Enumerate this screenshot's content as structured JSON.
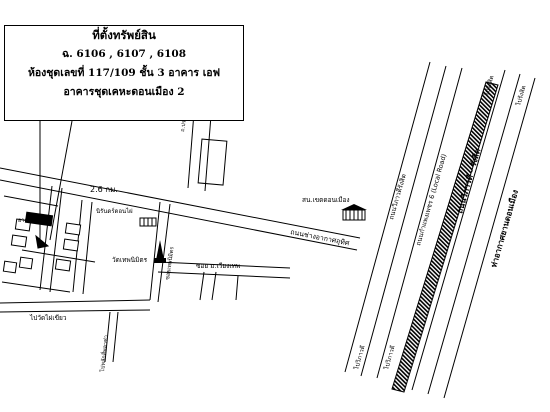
{
  "info_box": {
    "title": "ที่ตั้งทรัพย์สิน",
    "deed_numbers": "ฉ. 6106 , 6107 , 6108",
    "unit": "ห้องชุดเลขที่ 117/109 ชั้น 3 อาคาร เอฟ",
    "building": "อาคารชุดเคหะดอนเมือง 2"
  },
  "labels": {
    "distance": "2.6 กม.",
    "top_soi": "ถ.ประชาอุทิศ",
    "police_station": "สน.เขตดอนเมือง",
    "main_road": "ถนนช่างอากาศอุทิศ",
    "temple": "วัดเทพนิมิตร",
    "temple_soi": "ซอยเทพนิมิตร",
    "soi_school": "ซอย ม.เวียงเทพ",
    "small_bldg": "นิรันดร์ดอนไผ่",
    "rail_label_1": "ถนนวิภาวดีรังสิต",
    "rail_label_2": "ถนนกำแพงเพชร 6 (Local Road)",
    "highway": "ถนนวิภาวดี - รังสิต",
    "airport": "ท่าอากาศยานดอนเมือง",
    "to_rangsit_left": "ไปรังสิต",
    "to_rangsit_right": "ไปรังสิต",
    "to_city_left": "ไปวิภาวดี",
    "to_city_right": "ไปวิภาวดี",
    "bottom_road": "ไปวัดไผ่เขียว",
    "bottom_soi": "ไปหลักสี่พลาซ่า",
    "block_label": "อาคาร"
  }
}
